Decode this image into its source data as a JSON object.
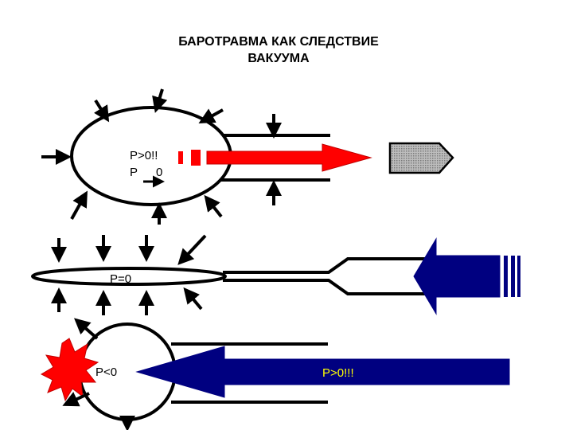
{
  "title": {
    "line1": "БАРОТРАВМА КАК СЛЕДСТВИЕ",
    "line2": "ВАКУУМА"
  },
  "panel_top": {
    "label_line1": "P>0!!",
    "label_line2_left": "P",
    "label_line2_right": "0"
  },
  "panel_middle": {
    "label": "P=0"
  },
  "panel_bottom": {
    "label_left": "P<0",
    "label_arrow": "P>0!!!"
  },
  "colors": {
    "red_arrow": "#ff0000",
    "navy_arrow": "#000080",
    "gray_tip": "#a0a0a0",
    "explosion": "#ff0000",
    "arrow_text": "#ffff00"
  }
}
